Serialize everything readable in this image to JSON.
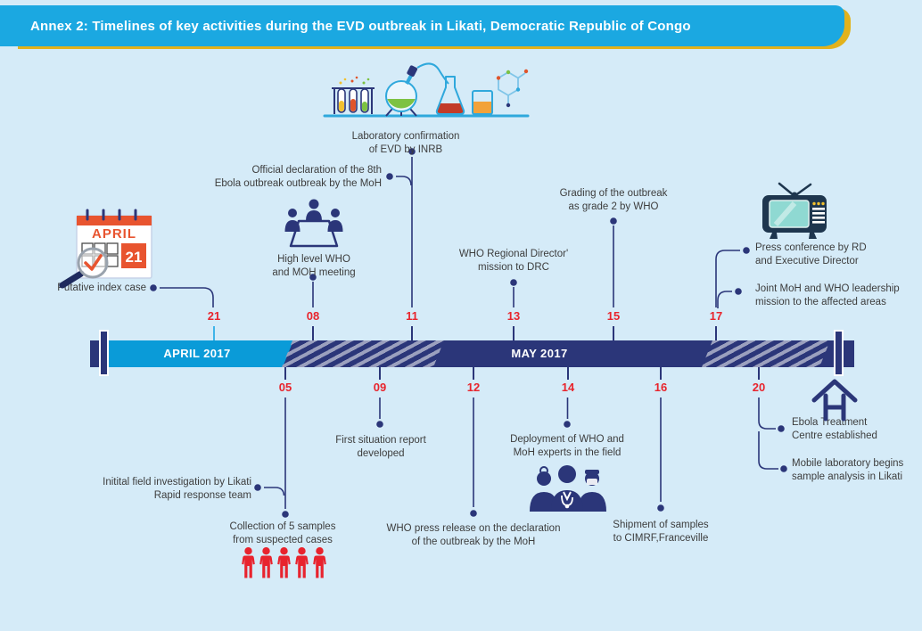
{
  "header": {
    "title": "Annex 2: Timelines of key activities during the EVD outbreak in Likati, Democratic Republic of Congo"
  },
  "timeline": {
    "months": [
      {
        "label": "APRIL 2017"
      },
      {
        "label": "MAY 2017"
      }
    ],
    "top_dates": [
      {
        "day": "21"
      },
      {
        "day": "08"
      },
      {
        "day": "11"
      },
      {
        "day": "13"
      },
      {
        "day": "15"
      },
      {
        "day": "17"
      }
    ],
    "bottom_dates": [
      {
        "day": "05"
      },
      {
        "day": "09"
      },
      {
        "day": "12"
      },
      {
        "day": "14"
      },
      {
        "day": "16"
      },
      {
        "day": "20"
      }
    ]
  },
  "events_above": {
    "putative_index_case": {
      "day": "21",
      "label": "Putative index case"
    },
    "high_level_meeting": {
      "day": "08",
      "label": "High level WHO\nand MOH meeting"
    },
    "official_declaration": {
      "day": "11",
      "label": "Official declaration of the 8th\nEbola outbreak outbreak by the MoH"
    },
    "lab_confirmation": {
      "day": "11",
      "label": "Laboratory confirmation\nof EVD by INRB"
    },
    "rd_mission": {
      "day": "13",
      "label": "WHO Regional Director'\nmission to DRC"
    },
    "grading": {
      "day": "15",
      "label": "Grading of the outbreak\nas grade 2 by WHO"
    },
    "press_conference": {
      "day": "17",
      "label": "Press conference by RD\nand Executive Director"
    },
    "joint_mission": {
      "day": "17",
      "label": "Joint MoH and WHO leadership\nmission to the affected areas"
    }
  },
  "events_below": {
    "field_investigation": {
      "day": "05",
      "label": "Initital field investigation by Likati\nRapid response team"
    },
    "sample_collection": {
      "day": "05",
      "label": "Collection of 5 samples\nfrom suspected cases"
    },
    "situation_report": {
      "day": "09",
      "label": "First situation report\ndeveloped"
    },
    "press_release": {
      "day": "12",
      "label": "WHO press release on the declaration\nof the outbreak by the MoH"
    },
    "deployment": {
      "day": "14",
      "label": "Deployment of WHO and\nMoH experts in the field"
    },
    "shipment": {
      "day": "16",
      "label": "Shipment of samples\nto CIMRF,Franceville"
    },
    "treatment_centre": {
      "day": "20",
      "label": "Ebola Treatment\nCentre established"
    },
    "mobile_lab": {
      "day": "20",
      "label": "Mobile laboratory begins\nsample analysis in Likati"
    }
  },
  "calendar_icon": {
    "month": "APRIL",
    "day": "21"
  },
  "icons": [
    "calendar-magnifier-icon",
    "meeting-icon",
    "laboratory-icon",
    "tv-icon",
    "medical-team-icon",
    "house-treatment-centre-icon",
    "person-icon-x5"
  ],
  "colors": {
    "background": "#D5EBF8",
    "banner_blue": "#1BA8E1",
    "accent_yellow": "#E2B21C",
    "navy": "#2B3679",
    "bar_april_blue": "#0A9BD8",
    "hatch_gray": "#9BA0BE",
    "date_red": "#E8242C",
    "person_red": "#E8232E",
    "tv_screen_teal": "#8FD9D2"
  }
}
